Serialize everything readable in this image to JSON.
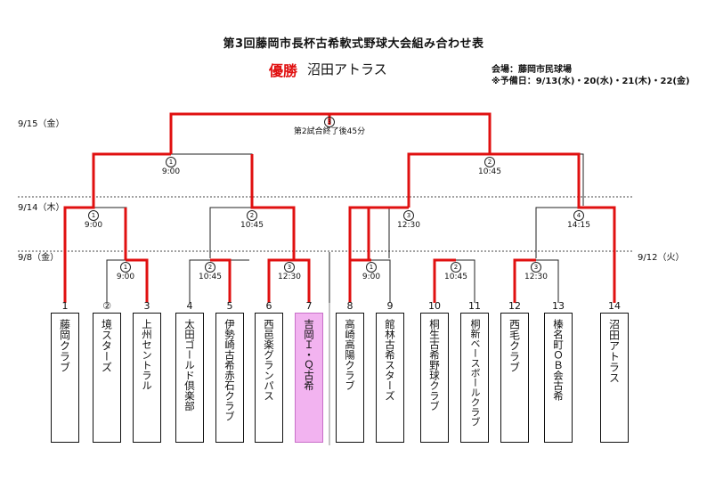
{
  "header": {
    "title": "第3回藤岡市長杯古希軟式野球大会組み合わせ表",
    "winner_label": "優勝",
    "winner_name": "沼田アトラス",
    "venue_line": "会場：藤岡市民球場",
    "reserve_line": "※予備日：9/13(水)・20(水)・21(木)・22(金)"
  },
  "dates": {
    "d1": "9/15（金）",
    "d2": "9/14（木）",
    "d3": "9/8（金）",
    "d4": "9/12（火）"
  },
  "matches": {
    "final": {
      "no": "3",
      "note": "第2試合終了後45分"
    },
    "semi_left": {
      "no": "1",
      "time": "9:00"
    },
    "semi_right": {
      "no": "2",
      "time": "10:45"
    },
    "qf1": {
      "no": "1",
      "time": "9:00"
    },
    "qf2": {
      "no": "2",
      "time": "10:45"
    },
    "qf3": {
      "no": "3",
      "time": "12:30"
    },
    "qf4": {
      "no": "4",
      "time": "14:15"
    },
    "r1_1": {
      "no": "1",
      "time": "9:00"
    },
    "r1_2": {
      "no": "2",
      "time": "10:45"
    },
    "r1_3": {
      "no": "3",
      "time": "12:30"
    },
    "r1_4": {
      "no": "1",
      "time": "9:00"
    },
    "r1_5": {
      "no": "2",
      "time": "10:45"
    },
    "r1_6": {
      "no": "3",
      "time": "12:30"
    }
  },
  "teams": [
    {
      "num": "1",
      "name": "藤岡クラブ"
    },
    {
      "num": "②",
      "name": "境スターズ"
    },
    {
      "num": "3",
      "name": "上州セントラル"
    },
    {
      "num": "4",
      "name": "太田ゴールド倶楽部"
    },
    {
      "num": "5",
      "name": "伊勢崎古希赤石クラブ"
    },
    {
      "num": "6",
      "name": "西邑楽グランパス"
    },
    {
      "num": "7",
      "name": "吉岡Ｉ・Ｑ古希"
    },
    {
      "num": "8",
      "name": "高崎高陽クラブ"
    },
    {
      "num": "9",
      "name": "館林古希スターズ"
    },
    {
      "num": "10",
      "name": "桐生古希野球クラブ"
    },
    {
      "num": "11",
      "name": "桐新ベースボールクラブ"
    },
    {
      "num": "12",
      "name": "西毛クラブ"
    },
    {
      "num": "13",
      "name": "榛名町ＯＢ会古希"
    },
    {
      "num": "14",
      "name": "沼田アトラス"
    }
  ],
  "colors": {
    "win_line": "#e01010",
    "line": "#222222",
    "highlight": "#f2b3f0"
  }
}
